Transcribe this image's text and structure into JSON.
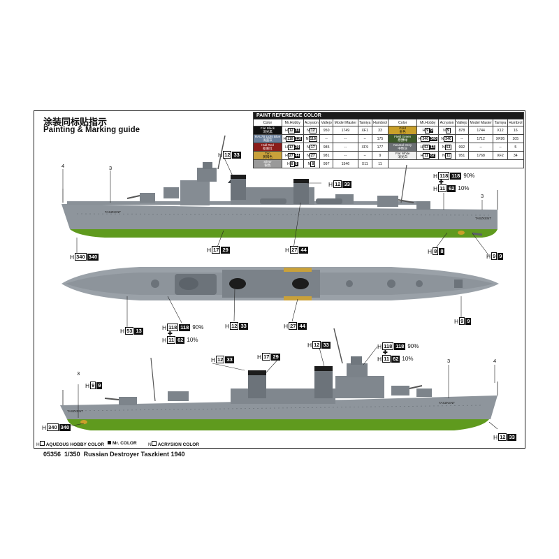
{
  "heading": {
    "title_cn": "涂装同标贴指示",
    "title_en": "Painting & Marking guide"
  },
  "paint_table": {
    "title": "PAINT REFERENCE COLOR",
    "columns": [
      "Color",
      "Mr.Hobby",
      "Acrysion",
      "Vallejo",
      "Model Master",
      "Tamiya",
      "Humbrol"
    ],
    "left_rows": [
      {
        "name": "Flat Black",
        "name_cn": "消光黑",
        "swatch": "#111111",
        "h": "12",
        "c": "33",
        "n": "12",
        "vallejo": "950",
        "mm": "1749",
        "tamiya": "XF1",
        "humbrol": "33"
      },
      {
        "name": "RAL7B Light Blue",
        "name_cn": "浅蓝灰",
        "swatch": "#6a7f9a",
        "h": "118",
        "c": "118",
        "n": "118",
        "vallejo": "--",
        "mm": "--",
        "tamiya": "--",
        "humbrol": "175"
      },
      {
        "name": "Hull Red",
        "name_cn": "船底红",
        "swatch": "#8a1c1a",
        "h": "17",
        "c": "29",
        "n": "17",
        "vallejo": "985",
        "mm": "--",
        "tamiya": "XF9",
        "humbrol": "177"
      },
      {
        "name": "Tan",
        "name_cn": "黄褐色",
        "swatch": "#c9a13a",
        "h": "27",
        "c": "44",
        "n": "27",
        "vallejo": "981",
        "mm": "--",
        "tamiya": "--",
        "humbrol": "9"
      },
      {
        "name": "Silver",
        "name_cn": "银色",
        "swatch": "#9a9a9a",
        "h": "8",
        "c": "8",
        "n": "8",
        "vallejo": "997",
        "mm": "1546",
        "tamiya": "X11",
        "humbrol": "11"
      }
    ],
    "right_rows": [
      {
        "name": "Gold",
        "name_cn": "金色",
        "swatch": "#c9a02a",
        "h": "9",
        "c": "9",
        "n": "9",
        "vallejo": "878",
        "mm": "1744",
        "tamiya": "X12",
        "humbrol": "16"
      },
      {
        "name": "Field Green",
        "name_cn": "原野绿",
        "swatch": "#3d5a2a",
        "h": "340",
        "c": "340",
        "n": "340",
        "vallejo": "--",
        "mm": "1712",
        "tamiya": "XF26",
        "humbrol": "105"
      },
      {
        "name": "Neutral Grey",
        "name_cn": "中性灰",
        "swatch": "#6b6f73",
        "h": "53",
        "c": "13",
        "n": "53",
        "vallejo": "992",
        "mm": "--",
        "tamiya": "--",
        "humbrol": "5"
      },
      {
        "name": "Flat White",
        "name_cn": "消光白",
        "swatch": "#f2f2f2",
        "h": "11",
        "c": "62",
        "n": "11",
        "vallejo": "951",
        "mm": "1768",
        "tamiya": "XF2",
        "humbrol": "34"
      }
    ]
  },
  "callouts": {
    "top_funnel1": {
      "h": "12",
      "c": "33"
    },
    "top_funnel2": {
      "h": "12",
      "c": "33"
    },
    "top_mix1": {
      "h": "118",
      "c": "118",
      "pct": "90%"
    },
    "top_mix2": {
      "h": "11",
      "c": "62",
      "pct": "10%"
    },
    "top_hull_green": {
      "h": "340",
      "c": "340"
    },
    "top_hull_red": {
      "h": "17",
      "c": "29"
    },
    "top_tan": {
      "h": "27",
      "c": "44"
    },
    "top_silver": {
      "h": "8",
      "c": "8"
    },
    "top_gold": {
      "h": "9",
      "c": "9"
    },
    "plan_grey": {
      "h": "53",
      "c": "13"
    },
    "plan_mix1": {
      "h": "118",
      "c": "118",
      "pct": "90%"
    },
    "plan_mix2": {
      "h": "11",
      "c": "62",
      "pct": "10%"
    },
    "plan_black": {
      "h": "12",
      "c": "33"
    },
    "plan_tan": {
      "h": "27",
      "c": "44"
    },
    "plan_gold": {
      "h": "9",
      "c": "9"
    },
    "bot_gold": {
      "h": "9",
      "c": "9"
    },
    "bot_black1": {
      "h": "12",
      "c": "33"
    },
    "bot_red": {
      "h": "17",
      "c": "29"
    },
    "bot_black2": {
      "h": "12",
      "c": "33"
    },
    "bot_mix1": {
      "h": "118",
      "c": "118",
      "pct": "90%"
    },
    "bot_mix2": {
      "h": "11",
      "c": "62",
      "pct": "10%"
    },
    "bot_green": {
      "h": "340",
      "c": "340"
    },
    "bot_black3": {
      "h": "12",
      "c": "33"
    }
  },
  "marks": {
    "n4a": "4",
    "n3a": "3",
    "n3b": "3",
    "n3c": "3",
    "n3d": "3",
    "n4b": "4"
  },
  "ship_names": {
    "top_stern": "TASZKENT",
    "top_bow": "TASZKENT",
    "bot_stern": "TASZKENT",
    "bot_bow": "TASZKENT"
  },
  "legend": {
    "hobby": "AQUEOUS HOBBY COLOR",
    "mr": "Mr. COLOR",
    "acrysion": "ACRYSION COLOR",
    "hobby_prefix": "H",
    "acrysion_prefix": "N"
  },
  "footer": {
    "code": "05356",
    "scale": "1/350",
    "name": "Russian Destroyer Taszkient 1940"
  },
  "colors": {
    "hull_grey": "#8e959c",
    "hull_dark": "#6c737a",
    "hull_green": "#5f9a1e",
    "deck_grey": "#7d848b",
    "plan_grey": "#9aa1a8"
  }
}
